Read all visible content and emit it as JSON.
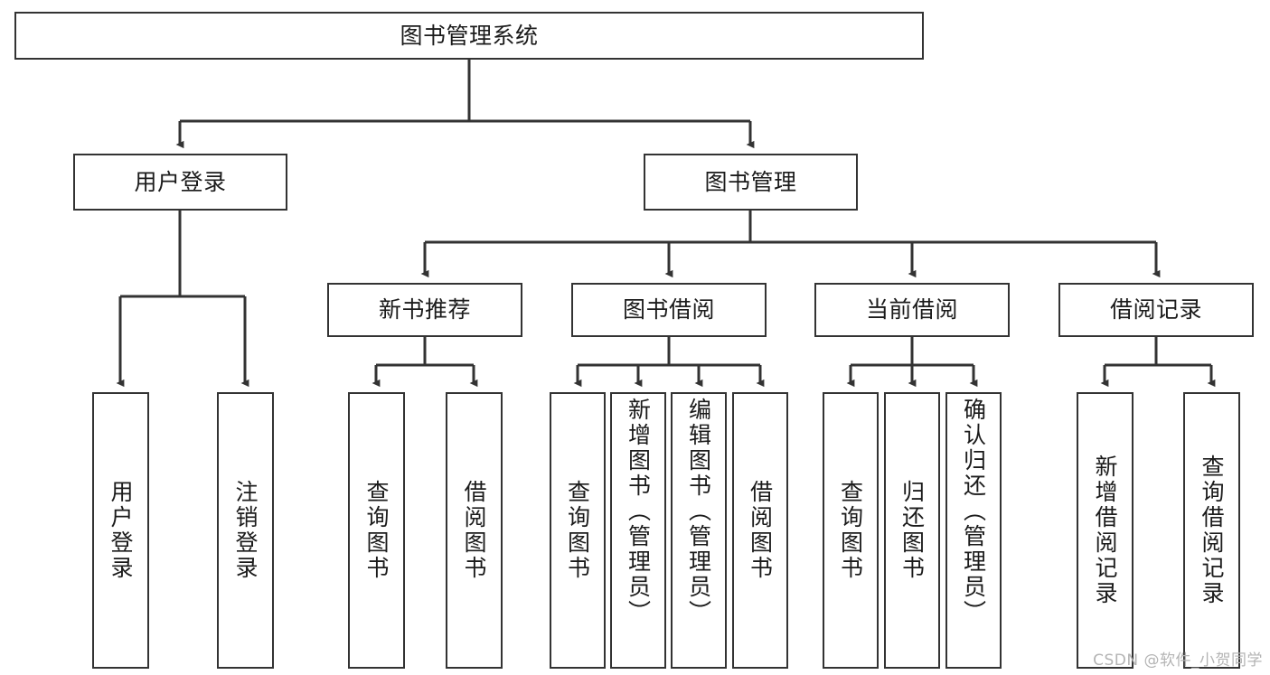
{
  "diagram": {
    "title": "图书管理系统",
    "style": {
      "background": "#ffffff",
      "border_color": "#333333",
      "text_color": "#1b1b1b",
      "watermark_color": "#b4b4b4"
    },
    "watermark": "CSDN @软件_小贺同学",
    "levels": {
      "root": {
        "label": "图书管理系统"
      },
      "level2": [
        {
          "id": "user-login",
          "label": "用户登录"
        },
        {
          "id": "book-management",
          "label": "图书管理"
        }
      ],
      "level3": [
        {
          "id": "new-book-recommend",
          "label": "新书推荐"
        },
        {
          "id": "book-borrow",
          "label": "图书借阅"
        },
        {
          "id": "current-borrow",
          "label": "当前借阅"
        },
        {
          "id": "borrow-record",
          "label": "借阅记录"
        }
      ],
      "leaves": {
        "user_login": [
          {
            "id": "leaf-user-login",
            "label": "用户登录"
          },
          {
            "id": "leaf-user-logout",
            "label": "注销登录"
          }
        ],
        "new_book_recommend": [
          {
            "id": "leaf-query-book-1",
            "label": "查询图书"
          },
          {
            "id": "leaf-borrow-book-1",
            "label": "借阅图书"
          }
        ],
        "book_borrow": [
          {
            "id": "leaf-query-book-2",
            "label": "查询图书"
          },
          {
            "id": "leaf-add-book",
            "label": "新增图书（管理员）"
          },
          {
            "id": "leaf-edit-book",
            "label": "编辑图书（管理员）"
          },
          {
            "id": "leaf-borrow-book-2",
            "label": "借阅图书"
          }
        ],
        "current_borrow": [
          {
            "id": "leaf-query-book-3",
            "label": "查询图书"
          },
          {
            "id": "leaf-return-book",
            "label": "归还图书"
          },
          {
            "id": "leaf-confirm-return",
            "label": "确认归还（管理员）"
          }
        ],
        "borrow_record": [
          {
            "id": "leaf-add-record",
            "label": "新增借阅记录"
          },
          {
            "id": "leaf-query-record",
            "label": "查询借阅记录"
          }
        ]
      }
    }
  }
}
